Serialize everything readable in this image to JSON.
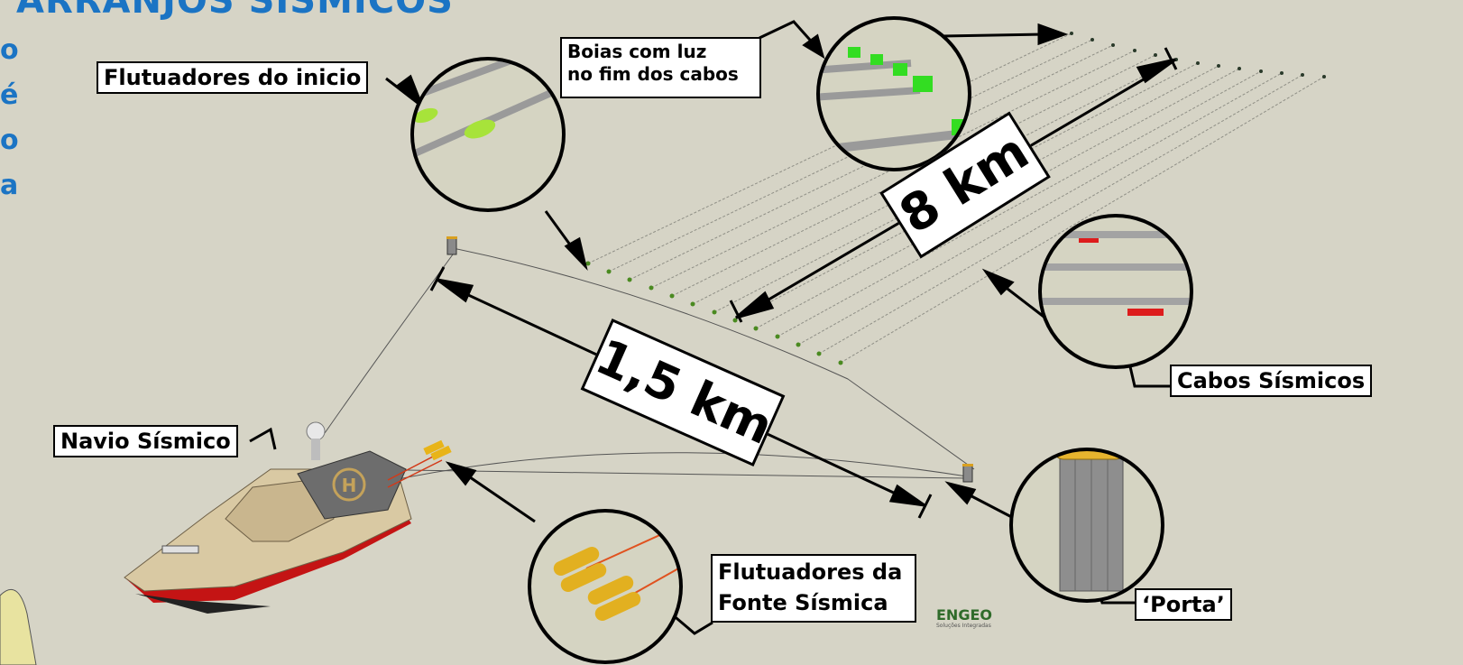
{
  "header": {
    "title": "ARRANJOS SÍSMICOS"
  },
  "side_text": [
    "o",
    "é",
    "o",
    "a"
  ],
  "labels": {
    "flutuadores_inicio": "Flutuadores do inicio",
    "boias_line1": "Boias com luz",
    "boias_line2": "no fim dos cabos",
    "navio": "Navio Sísmico",
    "cabos": "Cabos Sísmicos",
    "fonte_line1": "Flutuadores da",
    "fonte_line2": "Fonte Sísmica",
    "porta": "‘Porta’"
  },
  "distances": {
    "cable_length": "8 km",
    "spread_width": "1,5 km"
  },
  "brand": {
    "name": "ENGEO",
    "tagline": "Soluções Integradas"
  },
  "colors": {
    "background": "#d6d4c6",
    "title_blue": "#1b74c4",
    "buoy_green": "#33dd22",
    "float_yellow": "#e8b418",
    "hull_red": "#c41414"
  }
}
